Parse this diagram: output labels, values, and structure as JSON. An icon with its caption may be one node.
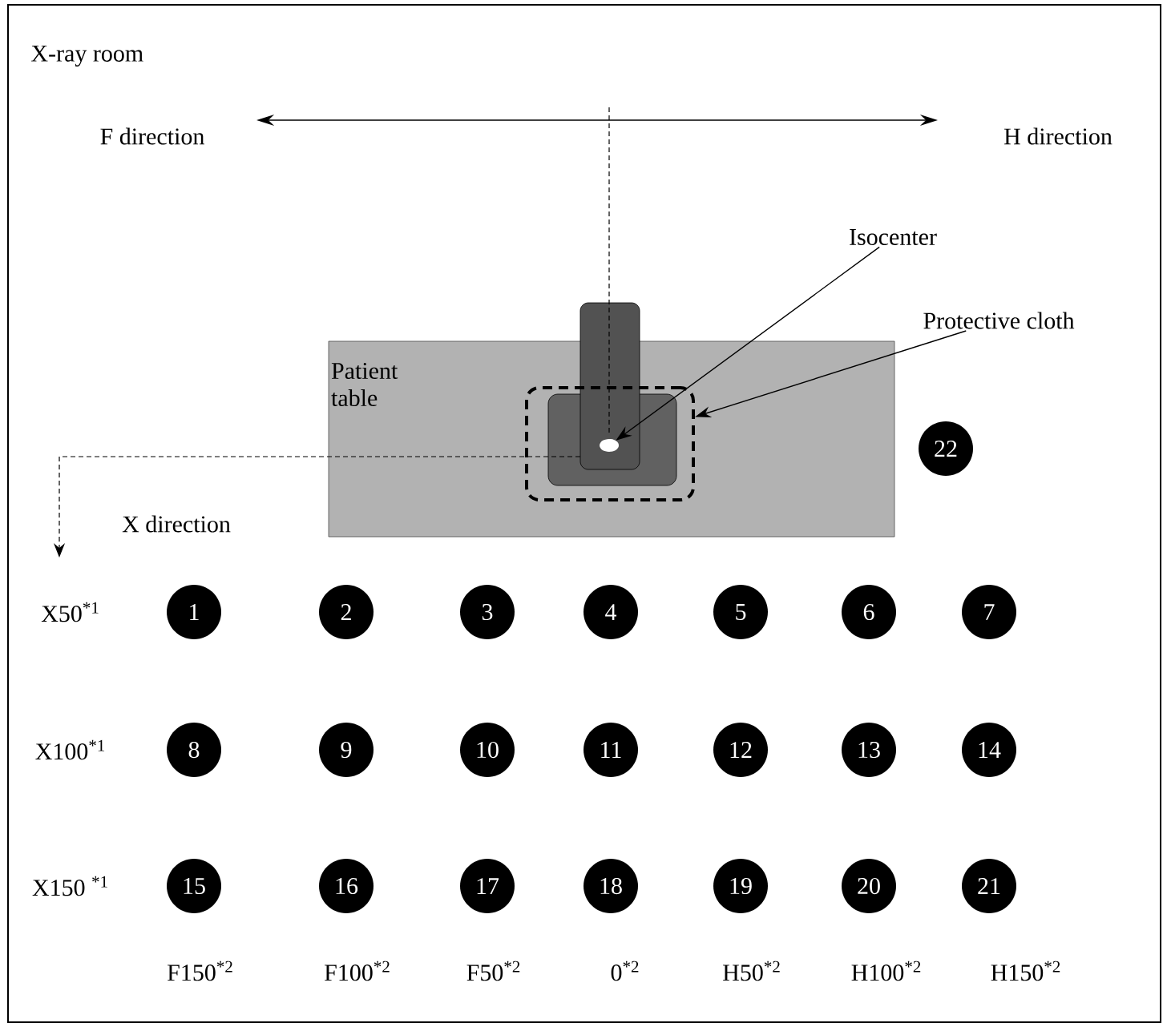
{
  "diagram": {
    "nodes": [
      {
        "text": [
          "Isocenter"
        ]
      },
      {
        "text": [
          "Protective cloth"
        ]
      },
      {
        "text": [
          "Patient table"
        ]
      },
      {
        "text": [],
        "shape": "box",
        "in": 2
      },
      {
        "text": [],
        "shape": "circle",
        "in": 3
      },
      {
        "text": [
          "22"
        ]
      },
      {
        "text": [
          "1"
        ]
      },
      {
        "text": [
          "2"
        ]
      },
      {
        "text": [
          "3"
        ]
      },
      {
        "text": [
          "4"
        ]
      },
      {
        "text": [
          "5"
        ]
      },
      {
        "text": [
          "6"
        ]
      },
      {
        "text": [
          "7"
        ]
      },
      {
        "text": [
          "8"
        ]
      },
      {
        "text": [
          "9"
        ]
      },
      {
        "text": [
          "10"
        ]
      },
      {
        "text": [
          "11"
        ]
      },
      {
        "text": [
          "12"
        ]
      },
      {
        "text": [
          "13"
        ]
      },
      {
        "text": [
          "14"
        ]
      },
      {
        "text": [
          "15"
        ]
      },
      {
        "text": [
          "16"
        ]
      },
      {
        "text": [
          "17"
        ]
      },
      {
        "text": [
          "18"
        ]
      },
      {
        "text": [
          "19"
        ]
      },
      {
        "text": [
          "20"
        ]
      },
      {
        "text": [
          "21"
        ]
      }
    ],
    "edges": [
      {
        "from": 0,
        "to": 4,
        "arrow": "to"
      },
      {
        "from": 1,
        "to": 3,
        "arrow": "to"
      }
    ],
    "labels": [
      "X-ray room",
      "F direction",
      "H direction",
      "X direction",
      "X50$^{*1}$",
      "X100$^{*1}$",
      "X150 $^{*1}$",
      "F150$^{*2}$",
      "F100$^{*2}$",
      "F50$^{*2}$",
      "0$^{*2}$",
      "H50$^{*2}$",
      "H100$^{*2}$",
      "H150$^{*2}$"
    ]
  }
}
